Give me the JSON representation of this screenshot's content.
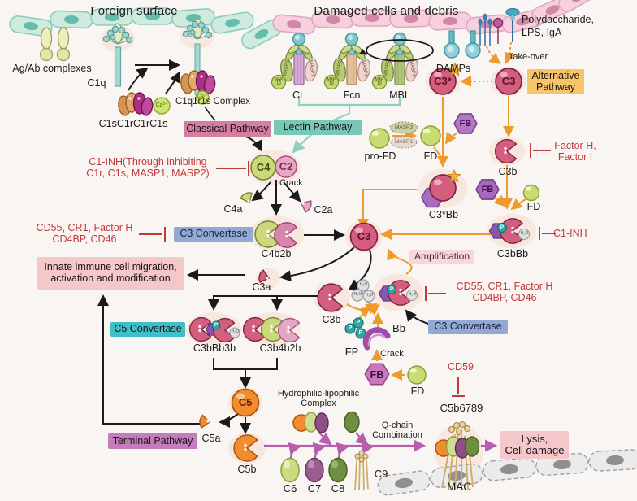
{
  "title": {
    "foreign_surface": "Foreign surface",
    "damaged_cells": "Damaged cells and debris"
  },
  "classical": {
    "agab_complexes": "Ag/Ab complexes",
    "c1q": "C1q",
    "c1s_c1r": "C1sC1rC1rC1s",
    "ca": "Ca²⁺",
    "c1q1r1s_complex": "C1q1r1s Complex",
    "pathway": "Classical Pathway",
    "c4": "C4",
    "c2": "C2",
    "crack": "Crack",
    "c4a": "C4a",
    "c2a": "C2a",
    "c4b2b": "C4b2b",
    "c3_convertase": "C3 Convertase"
  },
  "lectin": {
    "pathway": "Lectin Pathway",
    "cl": "CL",
    "fcn": "Fcn",
    "mbl": "MBL",
    "masp1": "MASP1",
    "masp2": "MASP2",
    "map": "MAP",
    "map_19": "19",
    "masp3": "MASP3",
    "pro_fd": "pro-FD",
    "fd": "FD"
  },
  "alternative": {
    "damps": "DAMPs",
    "ligands_line1": "Polydaccharide,",
    "ligands_line2": "LPS, IgA",
    "take_over": "Take-over",
    "c3_star": "C3*",
    "c3": "C3",
    "pathway_line1": "Alternative",
    "pathway_line2": "Pathway",
    "fb": "FB",
    "fd": "FD",
    "c3b": "C3b",
    "c3_star_bb": "C3*Bb",
    "c3bbb": "C3bBb",
    "amplification": "Amplification",
    "h2o": "H₂O",
    "p": "P",
    "fp": "FP",
    "bb": "Bb",
    "crack": "Crack",
    "c3_convertase": "C3 Convertase"
  },
  "inhibitors": {
    "c1_inh_line1": "C1-INH(Through inhibiting",
    "c1_inh_line2": "C1r, C1s, MASP1, MASP2)",
    "cd55_line1": "CD55, CR1, Factor H",
    "cd55_line2": "CD4BP, CD46",
    "factor_h": "Factor H,",
    "factor_i": "Factor I",
    "c1_inh": "C1-INH",
    "cd59": "CD59"
  },
  "central": {
    "c3": "C3",
    "c3a": "C3a",
    "c3b": "C3b",
    "innate_line1": "Innate immune cell migration,",
    "innate_line2": "activation and modification"
  },
  "terminal": {
    "c5_convertase": "C5 Convertase",
    "c3bbb3b": "C3bBb3b",
    "c3b4b2b": "C3b4b2b",
    "c5": "C5",
    "c5a": "C5a",
    "c5b": "C5b",
    "pathway": "Terminal Pathway",
    "hydro_line1": "Hydrophilic-lipophilic",
    "hydro_line2": "Complex",
    "q_chain_line1": "Q-chain",
    "q_chain_line2": "Combination",
    "c6": "C6",
    "c7": "C7",
    "c8": "C8",
    "c9": "C9",
    "c5b6789": "C5b6789",
    "mac": "MAC",
    "lysis_line1": "Lysis,",
    "lysis_line2": "Cell damage"
  },
  "palette": {
    "inhibitor_red": "#c23b3b",
    "arrow_orange": "#ef9a2e",
    "arrow_teal": "#8ed0c0",
    "arrow_purple": "#b55fae",
    "classical_label_bg": "#d47fa2",
    "lectin_label_bg": "#79c7b7",
    "alternative_label_bg": "#f6c46a",
    "terminal_label_bg": "#c47cbd",
    "c3_convertase_label_bg": "#93a9d4",
    "c5_convertase_label_bg": "#3fc0c9",
    "highlight_box_bg": "#f4c7ca"
  }
}
